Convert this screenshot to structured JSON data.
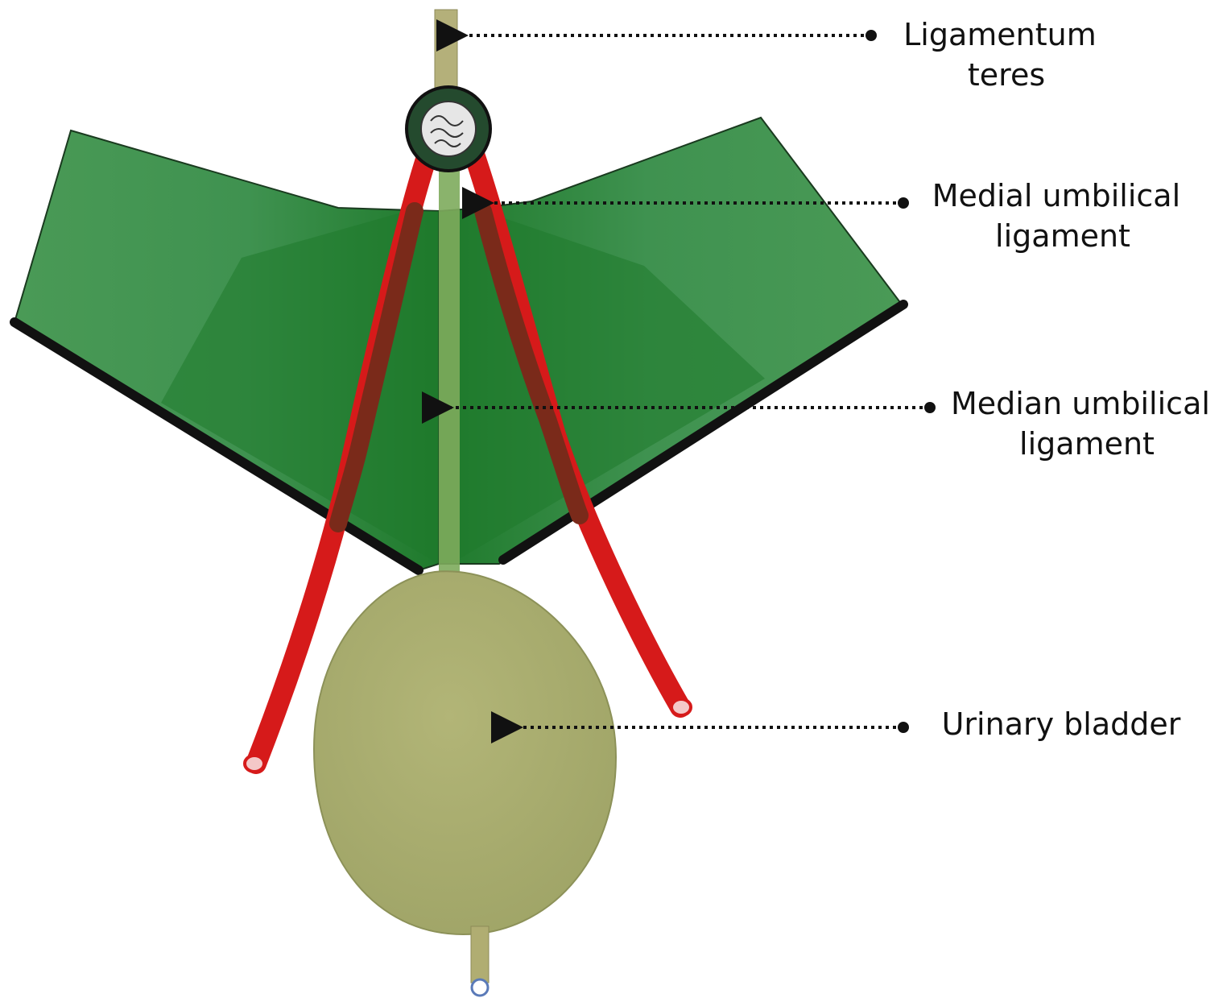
{
  "colors": {
    "peritoneum": "#2f8a3c",
    "peritoneum_dark": "#1f6b2b",
    "peritoneum_light": "#4a9a56",
    "ligament": "#b4b07a",
    "umbilical_artery": "#d61a1a",
    "umbilical_artery_dark": "#7a2a1a",
    "bladder": "#a8ad6e",
    "outline": "#111111"
  },
  "labels": {
    "ligamentum_teres": [
      "Ligamentum",
      "teres"
    ],
    "medial_umbilical_ligament": [
      "Medial umbilical",
      "ligament"
    ],
    "median_umbilical_ligament": [
      "Median umbilical",
      "ligament"
    ],
    "urinary_bladder": [
      "Urinary bladder"
    ]
  }
}
